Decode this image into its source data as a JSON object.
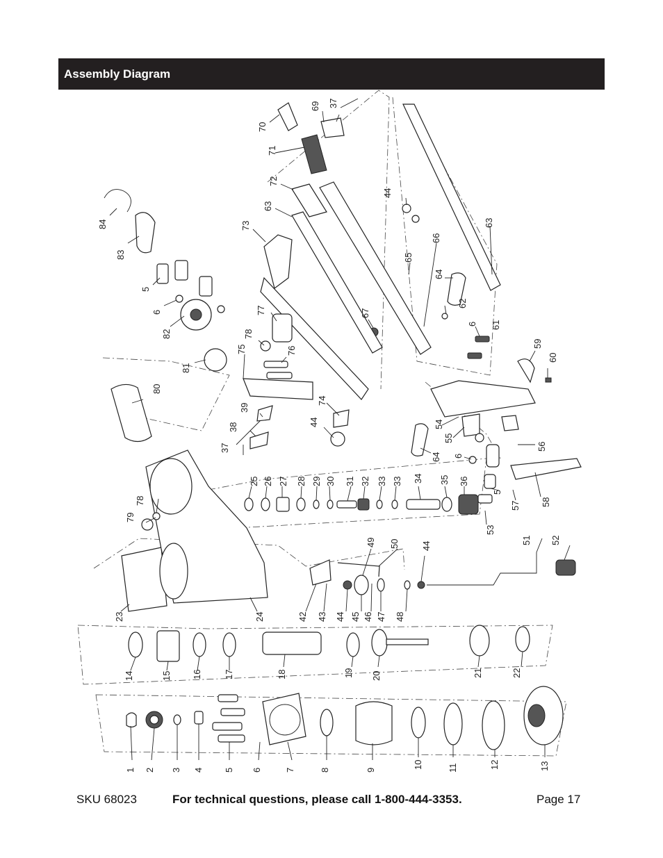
{
  "header": {
    "title": "Assembly Diagram"
  },
  "diagram": {
    "part_labels": [
      {
        "id": "p1",
        "text": "1"
      },
      {
        "id": "p2",
        "text": "2"
      },
      {
        "id": "p3",
        "text": "3"
      },
      {
        "id": "p4",
        "text": "4"
      },
      {
        "id": "p5",
        "text": "5"
      },
      {
        "id": "p6",
        "text": "6"
      },
      {
        "id": "p7",
        "text": "7"
      },
      {
        "id": "p8",
        "text": "8"
      },
      {
        "id": "p9",
        "text": "9"
      },
      {
        "id": "p10",
        "text": "10"
      },
      {
        "id": "p11",
        "text": "11"
      },
      {
        "id": "p12",
        "text": "12"
      },
      {
        "id": "p13",
        "text": "13"
      },
      {
        "id": "p14",
        "text": "14"
      },
      {
        "id": "p15",
        "text": "15"
      },
      {
        "id": "p16",
        "text": "16"
      },
      {
        "id": "p17",
        "text": "17"
      },
      {
        "id": "p18",
        "text": "18"
      },
      {
        "id": "p19",
        "text": "19"
      },
      {
        "id": "p20",
        "text": "20"
      },
      {
        "id": "p21",
        "text": "21"
      },
      {
        "id": "p22",
        "text": "22"
      },
      {
        "id": "p23",
        "text": "23"
      },
      {
        "id": "p24",
        "text": "24"
      },
      {
        "id": "p42",
        "text": "42"
      },
      {
        "id": "p43",
        "text": "43"
      },
      {
        "id": "p44a",
        "text": "44"
      },
      {
        "id": "p45",
        "text": "45"
      },
      {
        "id": "p46",
        "text": "46"
      },
      {
        "id": "p47",
        "text": "47"
      },
      {
        "id": "p48",
        "text": "48"
      },
      {
        "id": "p44b",
        "text": "44"
      },
      {
        "id": "p49",
        "text": "49"
      },
      {
        "id": "p50",
        "text": "50"
      },
      {
        "id": "p51",
        "text": "51"
      },
      {
        "id": "p52",
        "text": "52"
      },
      {
        "id": "p79",
        "text": "79"
      },
      {
        "id": "p78a",
        "text": "78"
      },
      {
        "id": "p25",
        "text": "25"
      },
      {
        "id": "p26",
        "text": "26"
      },
      {
        "id": "p27",
        "text": "27"
      },
      {
        "id": "p28",
        "text": "28"
      },
      {
        "id": "p29",
        "text": "29"
      },
      {
        "id": "p30",
        "text": "30"
      },
      {
        "id": "p31",
        "text": "31"
      },
      {
        "id": "p32",
        "text": "32"
      },
      {
        "id": "p33a",
        "text": "33"
      },
      {
        "id": "p33b",
        "text": "33"
      },
      {
        "id": "p34",
        "text": "34"
      },
      {
        "id": "p35",
        "text": "35"
      },
      {
        "id": "p36",
        "text": "36"
      },
      {
        "id": "p53",
        "text": "53"
      },
      {
        "id": "p5b",
        "text": "5"
      },
      {
        "id": "p57",
        "text": "57"
      },
      {
        "id": "p58",
        "text": "58"
      },
      {
        "id": "p37a",
        "text": "37"
      },
      {
        "id": "p38",
        "text": "38"
      },
      {
        "id": "p39",
        "text": "39"
      },
      {
        "id": "p44c",
        "text": "44"
      },
      {
        "id": "p74",
        "text": "74"
      },
      {
        "id": "p64a",
        "text": "64"
      },
      {
        "id": "p54",
        "text": "54"
      },
      {
        "id": "p55",
        "text": "55"
      },
      {
        "id": "p6b",
        "text": "6"
      },
      {
        "id": "p56",
        "text": "56"
      },
      {
        "id": "p80",
        "text": "80"
      },
      {
        "id": "p81",
        "text": "81"
      },
      {
        "id": "p75",
        "text": "75"
      },
      {
        "id": "p78b",
        "text": "78"
      },
      {
        "id": "p76",
        "text": "76"
      },
      {
        "id": "p77",
        "text": "77"
      },
      {
        "id": "p67",
        "text": "67"
      },
      {
        "id": "p82",
        "text": "82"
      },
      {
        "id": "p6a",
        "text": "6"
      },
      {
        "id": "p5a",
        "text": "5"
      },
      {
        "id": "p83",
        "text": "83"
      },
      {
        "id": "p84",
        "text": "84"
      },
      {
        "id": "p73",
        "text": "73"
      },
      {
        "id": "p63a",
        "text": "63"
      },
      {
        "id": "p72",
        "text": "72"
      },
      {
        "id": "p71",
        "text": "71"
      },
      {
        "id": "p70",
        "text": "70"
      },
      {
        "id": "p69",
        "text": "69"
      },
      {
        "id": "p37b",
        "text": "37"
      },
      {
        "id": "p44d",
        "text": "44"
      },
      {
        "id": "p65",
        "text": "65"
      },
      {
        "id": "p66",
        "text": "66"
      },
      {
        "id": "p64b",
        "text": "64"
      },
      {
        "id": "p62",
        "text": "62"
      },
      {
        "id": "p6c",
        "text": "6"
      },
      {
        "id": "p61",
        "text": "61"
      },
      {
        "id": "p63b",
        "text": "63"
      },
      {
        "id": "p59",
        "text": "59"
      },
      {
        "id": "p60",
        "text": "60"
      }
    ]
  },
  "footer": {
    "sku": "SKU 68023",
    "tech": "For technical questions, please call 1-800-444-3353.",
    "page": "Page 17"
  }
}
